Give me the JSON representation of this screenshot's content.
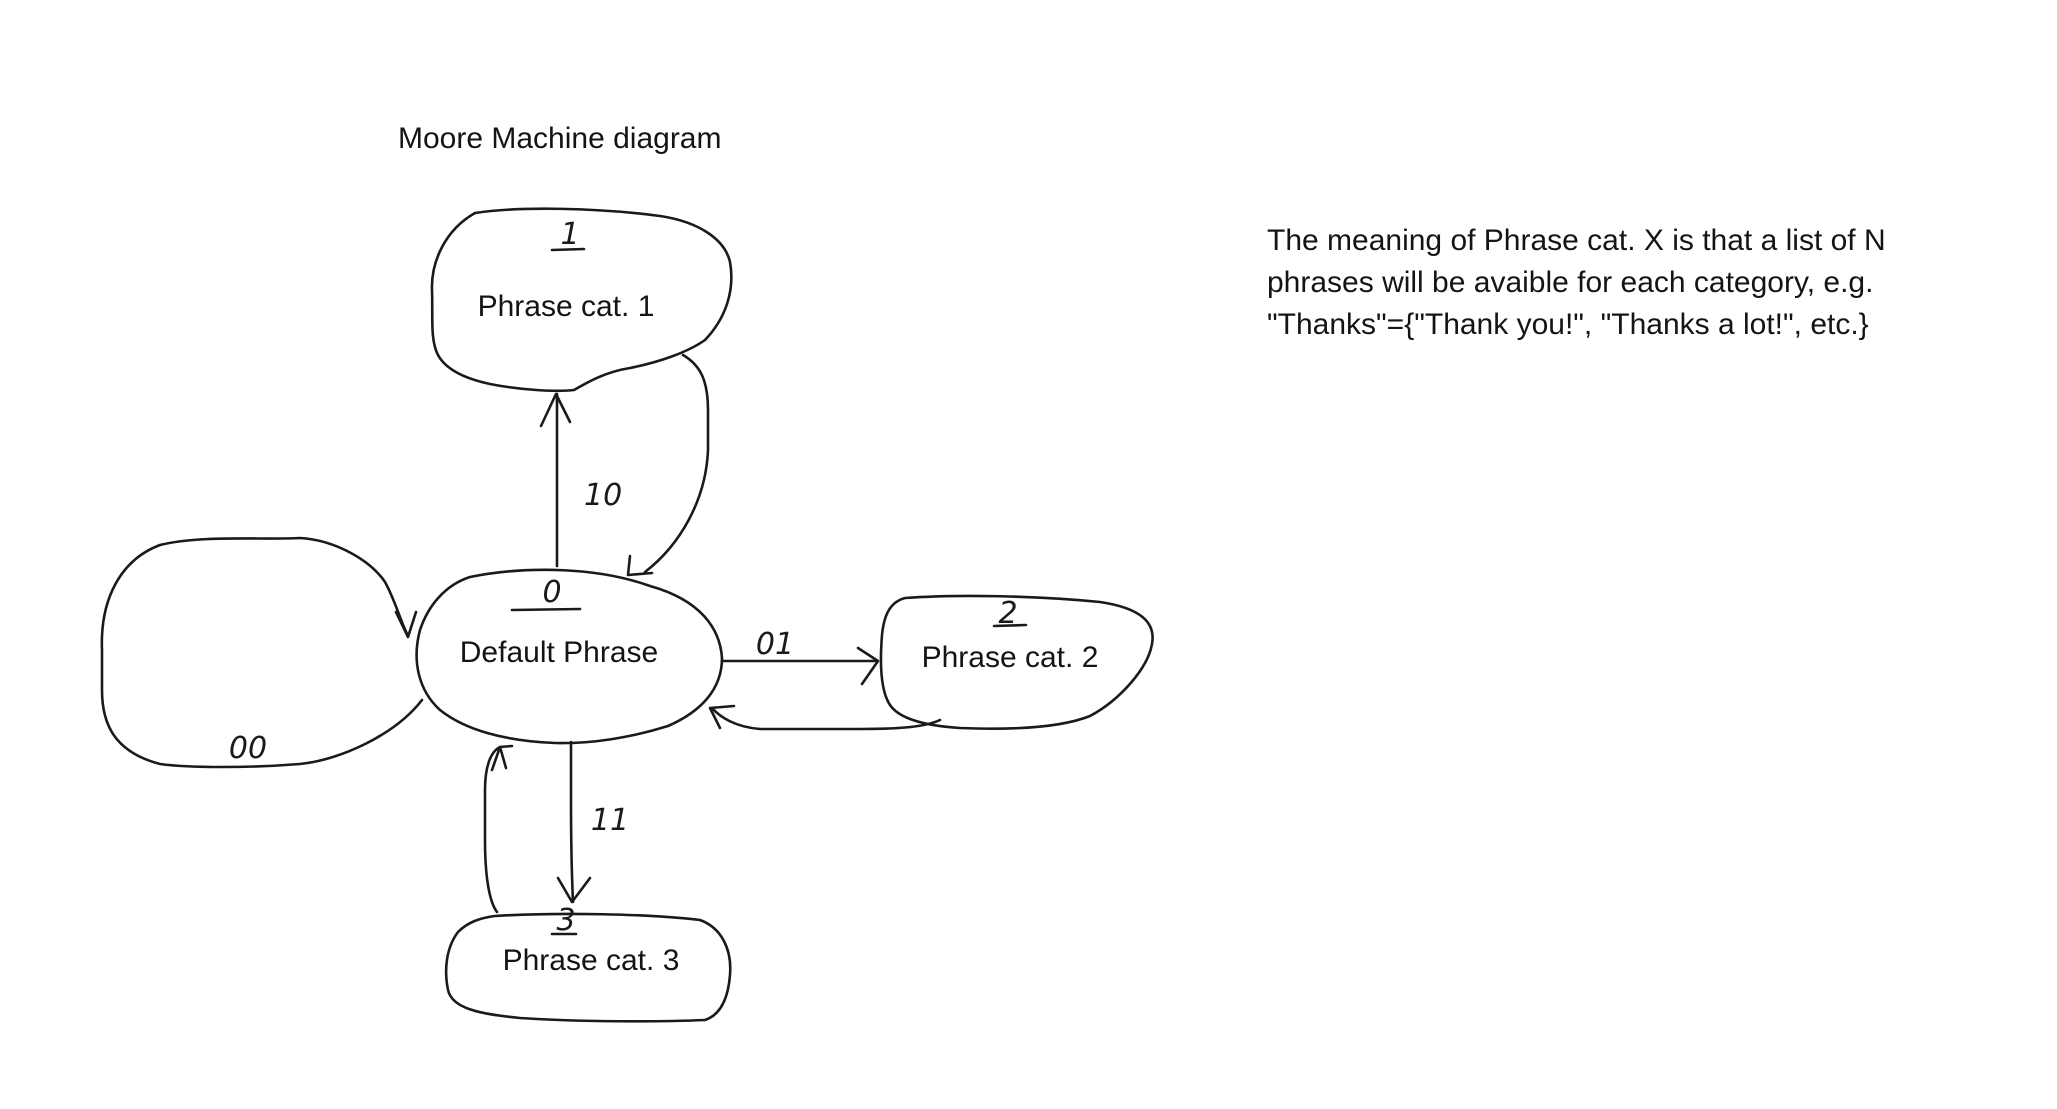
{
  "title": "Moore Machine diagram",
  "states": {
    "s0": {
      "label": "Default Phrase",
      "output": "0"
    },
    "s1": {
      "label": "Phrase cat. 1",
      "output": "1"
    },
    "s2": {
      "label": "Phrase cat. 2",
      "output": "2"
    },
    "s3": {
      "label": "Phrase cat. 3",
      "output": "3"
    }
  },
  "transitions": {
    "t00": {
      "from": "Default Phrase",
      "to": "Default Phrase",
      "label": "00"
    },
    "t10": {
      "from": "Default Phrase",
      "to": "Phrase cat. 1",
      "label": "10"
    },
    "t01": {
      "from": "Default Phrase",
      "to": "Phrase cat. 2",
      "label": "01"
    },
    "t11": {
      "from": "Default Phrase",
      "to": "Phrase cat. 3",
      "label": "11"
    }
  },
  "note": {
    "line1": "The meaning of Phrase cat. X is that a list of N",
    "line2": "phrases will be avaible for each category, e.g.",
    "line3": "\"Thanks\"={\"Thank you!\", \"Thanks a lot!\", etc.}"
  }
}
